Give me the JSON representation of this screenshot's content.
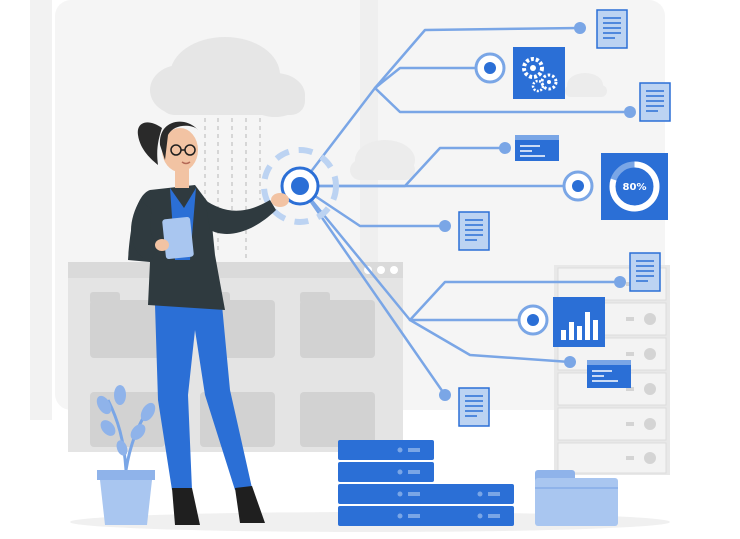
{
  "scene": {
    "description_role": "illustration",
    "gauge": {
      "percent_label": "80%",
      "percent_value": 80
    },
    "colors": {
      "primary_blue": "#2b6fd6",
      "line_blue": "#7aa6e6",
      "light_gray": "#ececec",
      "mid_gray": "#d9d9d9",
      "dark_suit": "#2f3a3f",
      "skin": "#f2c3a3",
      "hair": "#2a2a2a"
    },
    "icons": [
      "document-icon",
      "gears-icon",
      "gauge-icon",
      "bar-chart-icon",
      "code-window-icon",
      "folder-icon",
      "server-rack-icon",
      "cloud-icon",
      "plant-icon"
    ]
  }
}
